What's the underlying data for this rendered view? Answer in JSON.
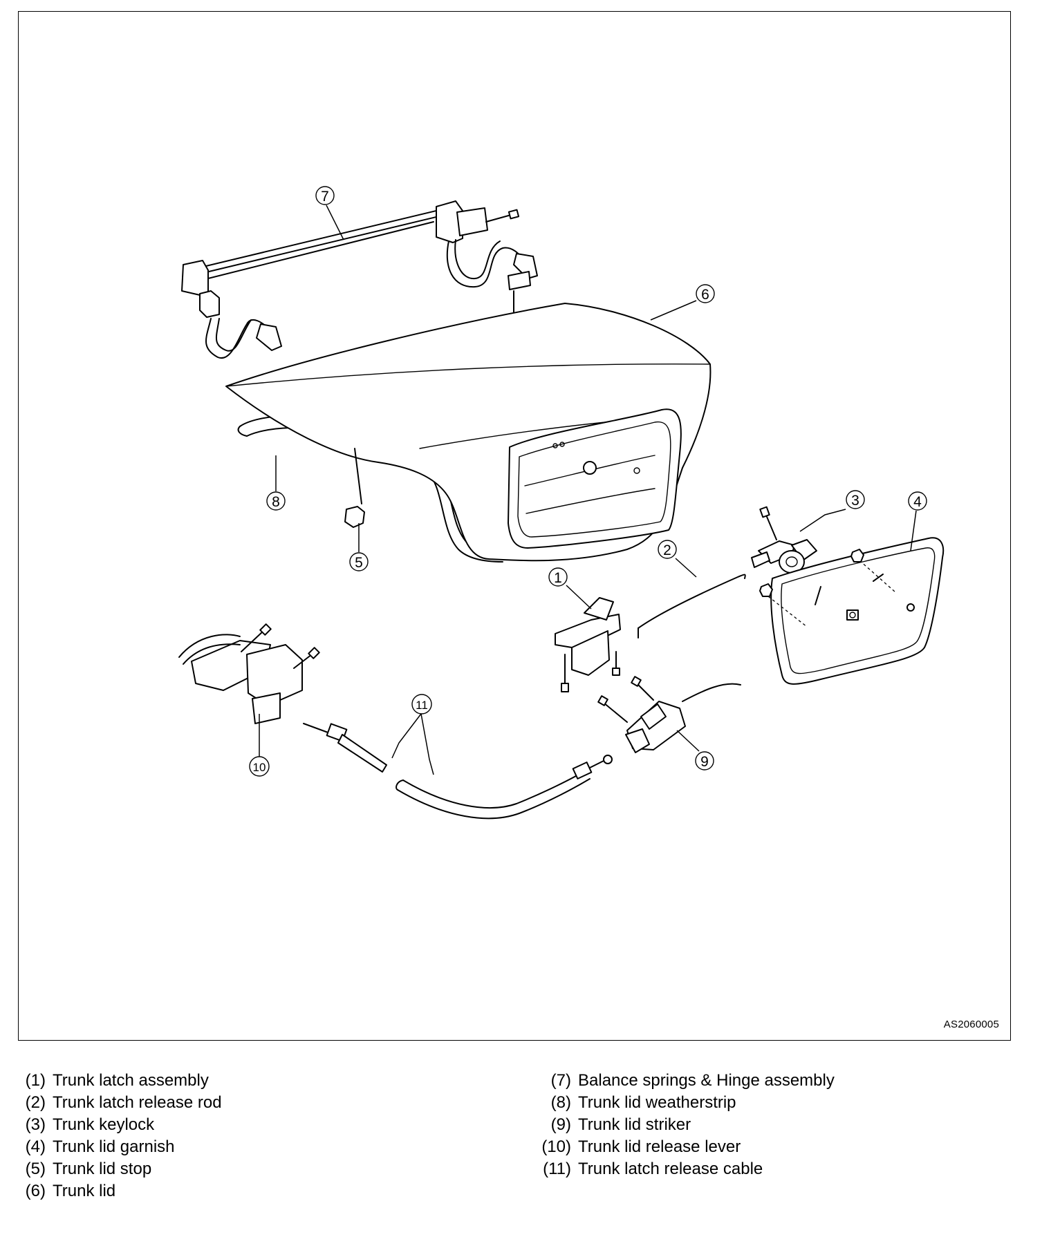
{
  "diagram": {
    "figure_code": "AS2060005",
    "callouts": [
      {
        "id": "callout-1",
        "number": "1",
        "part": "Trunk latch assembly"
      },
      {
        "id": "callout-2",
        "number": "2",
        "part": "Trunk latch release rod"
      },
      {
        "id": "callout-3",
        "number": "3",
        "part": "Trunk keylock"
      },
      {
        "id": "callout-4",
        "number": "4",
        "part": "Trunk lid garnish"
      },
      {
        "id": "callout-5",
        "number": "5",
        "part": "Trunk lid stop"
      },
      {
        "id": "callout-6",
        "number": "6",
        "part": "Trunk lid"
      },
      {
        "id": "callout-7",
        "number": "7",
        "part": "Balance springs & Hinge assembly"
      },
      {
        "id": "callout-8",
        "number": "8",
        "part": "Trunk lid weatherstrip"
      },
      {
        "id": "callout-9",
        "number": "9",
        "part": "Trunk lid striker"
      },
      {
        "id": "callout-10",
        "number": "10",
        "part": "Trunk lid release lever"
      },
      {
        "id": "callout-11",
        "number": "11",
        "part": "Trunk latch release cable"
      }
    ]
  },
  "legend": {
    "left": [
      {
        "num": "(1)",
        "label": "Trunk latch assembly"
      },
      {
        "num": "(2)",
        "label": "Trunk latch release rod"
      },
      {
        "num": "(3)",
        "label": "Trunk keylock"
      },
      {
        "num": "(4)",
        "label": "Trunk lid garnish"
      },
      {
        "num": "(5)",
        "label": "Trunk lid stop"
      },
      {
        "num": "(6)",
        "label": "Trunk lid"
      }
    ],
    "right": [
      {
        "num": "(7)",
        "label": "Balance springs & Hinge assembly"
      },
      {
        "num": "(8)",
        "label": "Trunk lid weatherstrip"
      },
      {
        "num": "(9)",
        "label": "Trunk lid striker"
      },
      {
        "num": "(10)",
        "label": "Trunk lid release lever"
      },
      {
        "num": "(11)",
        "label": "Trunk latch release cable"
      }
    ]
  }
}
